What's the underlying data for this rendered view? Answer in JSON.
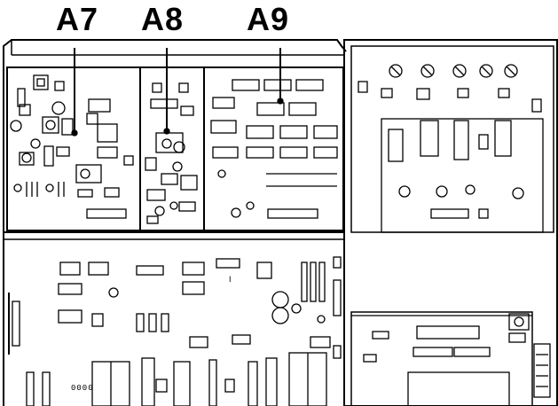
{
  "callouts": [
    {
      "id": "a7",
      "text": "A7"
    },
    {
      "id": "a8",
      "text": "A8"
    },
    {
      "id": "a9",
      "text": "A9"
    }
  ],
  "extra_text": {
    "small_mark": "I",
    "chip_label": "0000"
  },
  "colors": {
    "ink": "#000000",
    "paper": "#ffffff"
  }
}
